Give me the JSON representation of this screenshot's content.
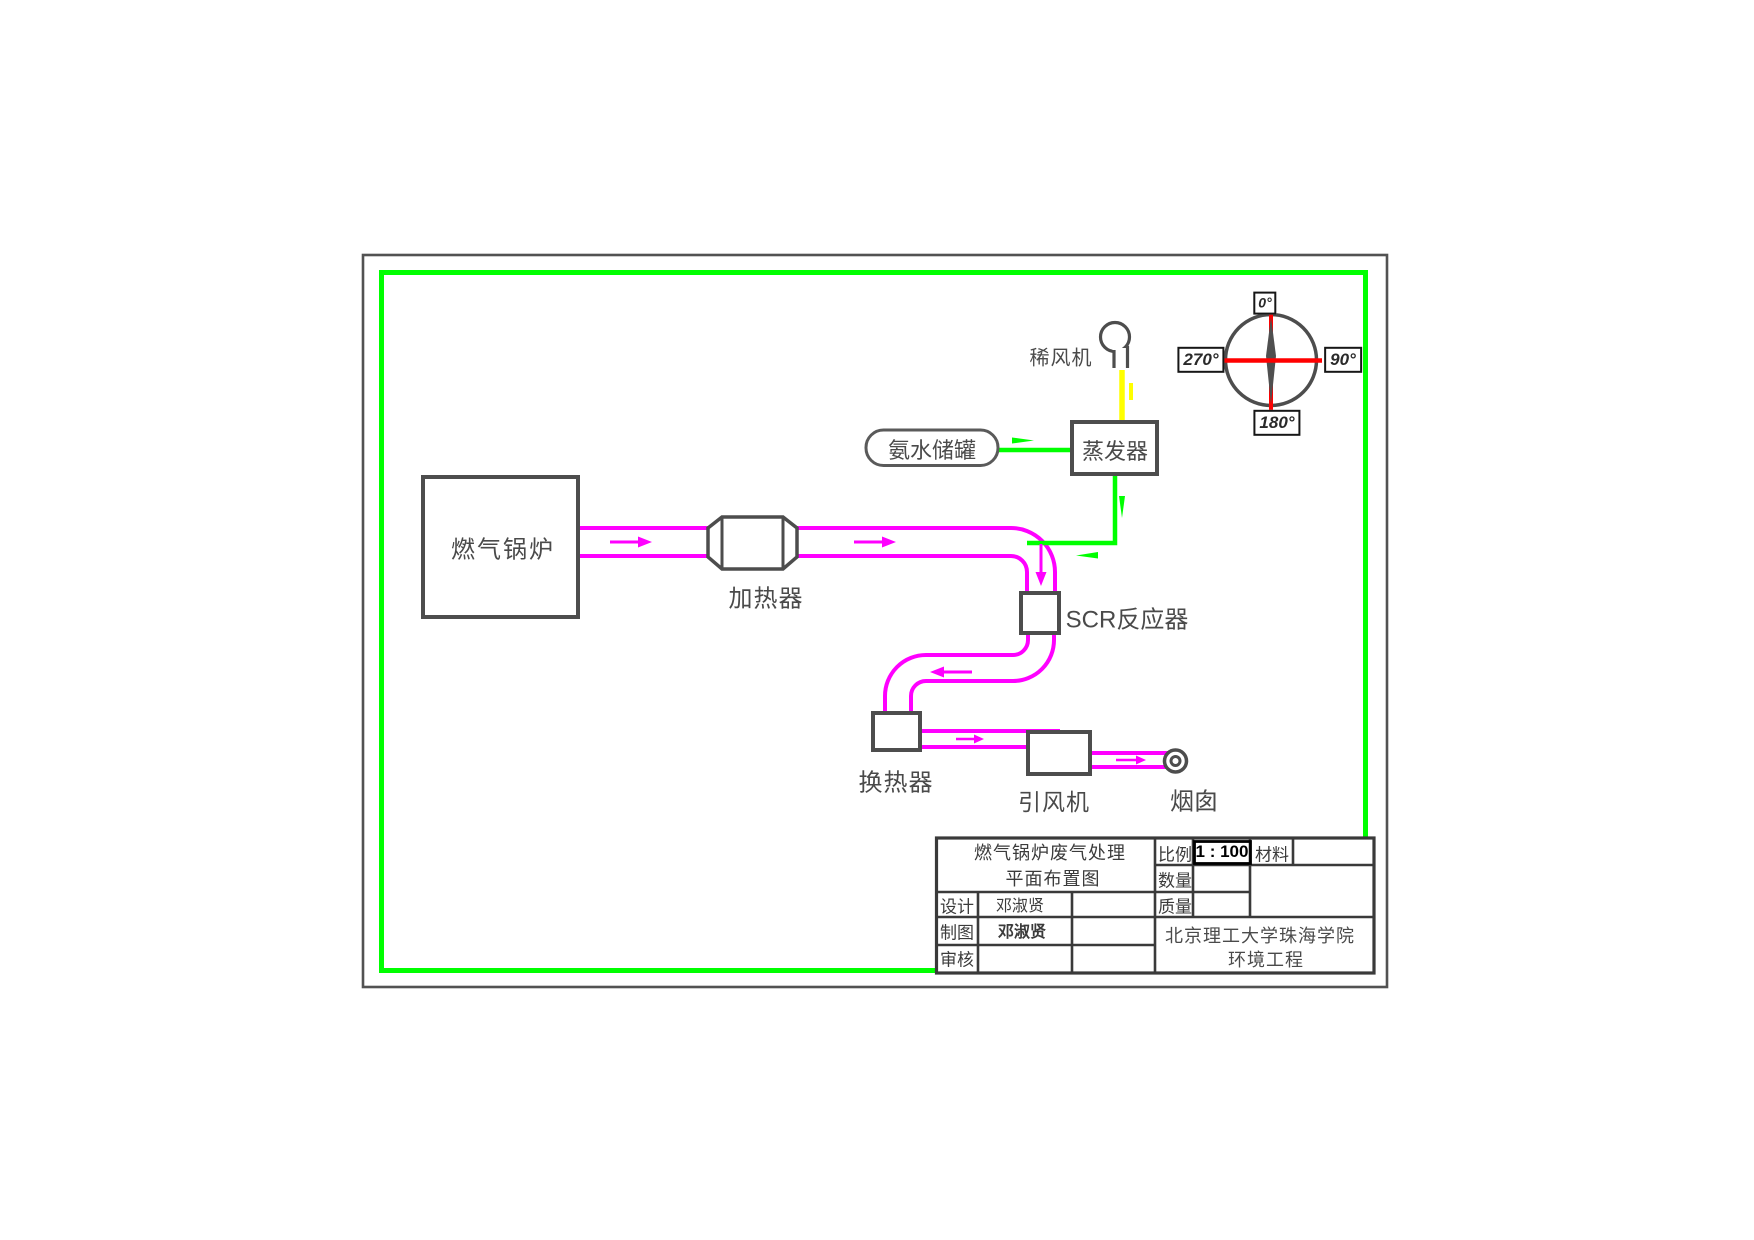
{
  "drawing": {
    "equipment": {
      "boiler": "燃气锅炉",
      "heater": "加热器",
      "scr_reactor": "SCR反应器",
      "heat_exchanger": "换热器",
      "induced_draft_fan": "引风机",
      "chimney": "烟囱",
      "evaporator": "蒸发器",
      "ammonia_tank": "氨水储罐",
      "dilution_fan": "稀风机"
    },
    "compass": {
      "deg_0": "0°",
      "deg_90": "90°",
      "deg_180": "180°",
      "deg_270": "270°"
    },
    "colors": {
      "flue_gas_duct": "#ff00ff",
      "ammonia_line": "#00ff00",
      "dilution_air_line": "#ffff00",
      "compass_cross": "#ff0000",
      "drawing_frame": "#00ff00",
      "linework": "#4d4d4d"
    }
  },
  "title_block": {
    "title_line1": "燃气锅炉废气处理",
    "title_line2": "平面布置图",
    "scale_label": "比例",
    "scale_value": "1 : 100",
    "material_label": "材料",
    "quantity_label": "数量",
    "mass_label": "质量",
    "designer_label": "设计",
    "designer_name": "邓淑贤",
    "drafter_label": "制图",
    "drafter_name": "邓淑贤",
    "checker_label": "审核",
    "organization_line1": "北京理工大学珠海学院",
    "organization_line2": "环境工程"
  }
}
